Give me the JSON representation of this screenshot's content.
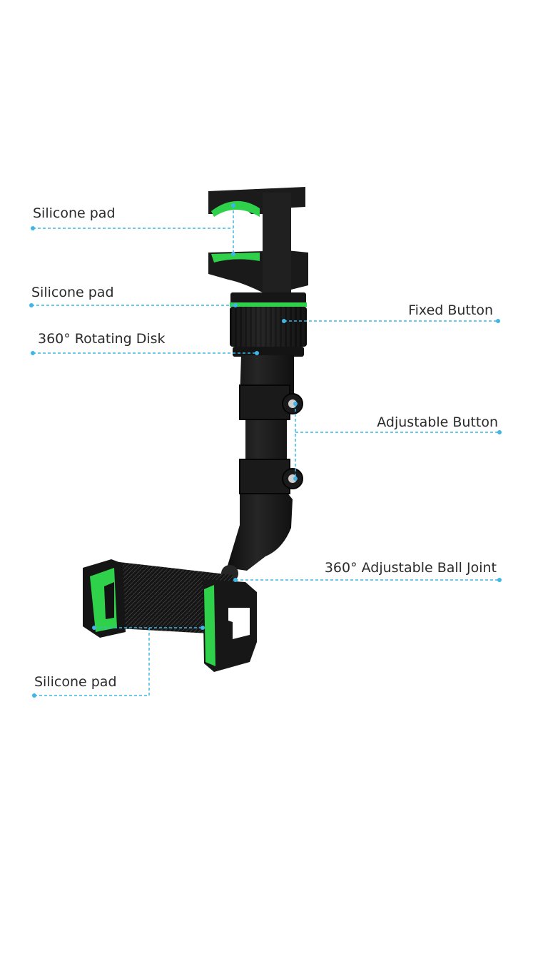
{
  "colors": {
    "leader_line": "#3fb6e6",
    "accent_green": "#2fd14a",
    "body_black": "#1c1c1c"
  },
  "labels": {
    "silicone_pad_top": "Silicone pad",
    "silicone_pad_middle": "Silicone pad",
    "rotating_disk": "360° Rotating Disk",
    "fixed_button": "Fixed Button",
    "adjustable_button": "Adjustable Button",
    "ball_joint": "360° Adjustable Ball Joint",
    "silicone_pad_bottom": "Silicone pad"
  }
}
